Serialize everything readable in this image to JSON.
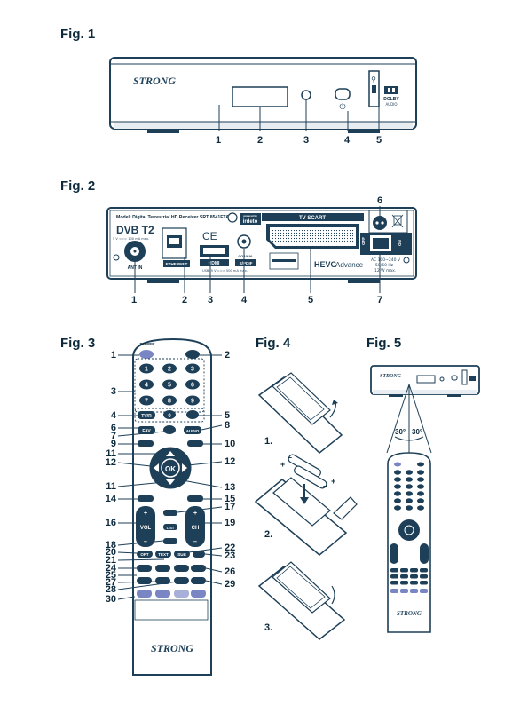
{
  "figures": {
    "fig1": "Fig. 1",
    "fig2": "Fig. 2",
    "fig3": "Fig. 3",
    "fig4": "Fig. 4",
    "fig5": "Fig. 5"
  },
  "fig1_callouts": [
    "1",
    "2",
    "3",
    "4",
    "5"
  ],
  "fig1_text": {
    "brand": "STRONG",
    "dolby_top": "DOLBY",
    "dolby_bottom": "AUDIO"
  },
  "fig2_callouts": [
    "1",
    "2",
    "3",
    "4",
    "5",
    "6",
    "7"
  ],
  "fig2_text": {
    "model": "Model: Digital Terrestrial HD Receiver SRT 8541FTA",
    "dvbt2": "DVB T2",
    "powered_by": "powered by",
    "irdeto": "irdeto",
    "tv_scart": "TV SCART",
    "ant_in": "ANT IN",
    "ethernet": "ETHERNET",
    "hdmi": "HDMI",
    "spdif": "S/PDIF",
    "coaxial": "COAXIAL",
    "hevc": "HEVC",
    "advance": "Advance",
    "ant_power": "5 V === 100 mA max.",
    "usb_power": "USB: 5 V === 500 mA max.",
    "ac": "AC 100~240 V",
    "hz": "50/60 Hz",
    "watt": "12 W max.",
    "off": "OFF",
    "on": "ON"
  },
  "fig3_remote": {
    "power": "POWER",
    "digits": [
      "1",
      "2",
      "3",
      "4",
      "5",
      "6",
      "7",
      "8",
      "9"
    ],
    "tvr": "TV/R",
    "zero": "0",
    "fav": "FAV",
    "audio": "AUDIO",
    "ok": "OK",
    "vol": "VOL",
    "ch": "CH",
    "opt": "OPT",
    "text": "TEXT",
    "sub": "SUB",
    "list": "LIST",
    "brand": "STRONG",
    "callouts_left": [
      "1",
      "3",
      "4",
      "6",
      "7",
      "9",
      "11",
      "12",
      "11",
      "14",
      "16",
      "18",
      "20",
      "21",
      "24",
      "25",
      "27",
      "28",
      "30"
    ],
    "callouts_right": [
      "2",
      "5",
      "8",
      "10",
      "12",
      "13",
      "15",
      "17",
      "19",
      "22",
      "23",
      "26",
      "29"
    ]
  },
  "fig4_steps": [
    "1.",
    "2.",
    "3."
  ],
  "fig4_battery_signs": [
    "+",
    "–",
    "–",
    "+"
  ],
  "fig5_text": {
    "angle_left": "30°",
    "angle_right": "30°",
    "brand": "STRONG"
  },
  "colors": {
    "ink": "#0d2a3c",
    "device": "#1d3f57",
    "accent": "#7a86c4",
    "light": "#ffffff"
  }
}
